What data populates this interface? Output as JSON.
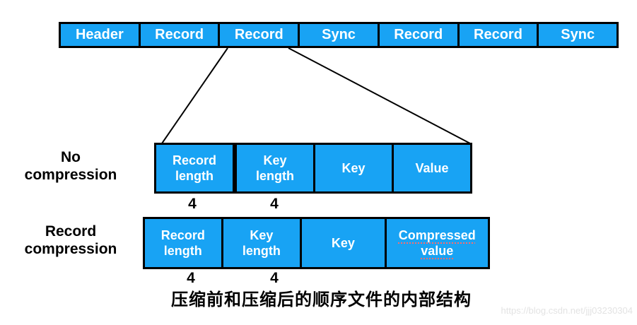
{
  "diagram": {
    "top_row": {
      "blocks": [
        "Header",
        "Record",
        "Record",
        "Sync",
        "Record",
        "Record",
        "Sync"
      ]
    },
    "no_compression": {
      "label": "No\ncompression",
      "blocks": [
        "Record\nlength",
        "Key\nlength",
        "Key",
        "Value"
      ],
      "field_sizes": [
        "4",
        "4"
      ]
    },
    "record_compression": {
      "label": "Record\ncompression",
      "blocks": [
        "Record\nlength",
        "Key\nlength",
        "Key",
        "Compressed\nvalue"
      ],
      "field_sizes": [
        "4",
        "4"
      ]
    },
    "caption": "压缩前和压缩后的顺序文件的内部结构",
    "watermark": "https://blog.csdn.net/jjj03230304"
  },
  "colors": {
    "block_fill": "#18a3f4",
    "block_border": "#000000",
    "block_text": "#ffffff",
    "label_text": "#000000",
    "misspell_underline": "#ff6b6b",
    "watermark_text": "#e3e3e3",
    "background": "#ffffff"
  }
}
